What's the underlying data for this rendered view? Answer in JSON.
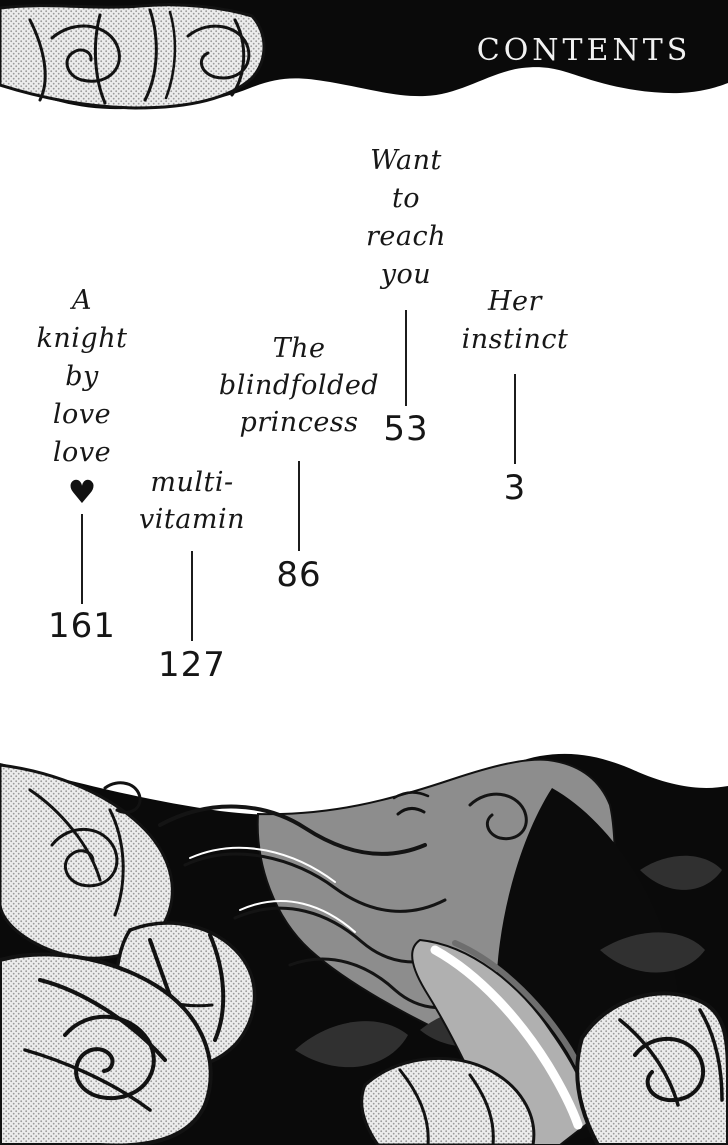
{
  "header": {
    "title": "CONTENTS"
  },
  "toc": {
    "entries": [
      {
        "id": "her-instinct",
        "lines": [
          "Her",
          "instinct"
        ],
        "page": "3"
      },
      {
        "id": "want-to-reach-you",
        "lines": [
          "Want",
          "to",
          "reach",
          "you"
        ],
        "page": "53"
      },
      {
        "id": "the-blindfolded-princess",
        "lines": [
          "The",
          "blindfolded",
          "princess"
        ],
        "page": "86"
      },
      {
        "id": "multi-vitamin",
        "lines": [
          "multi-",
          "vitamin"
        ],
        "page": "127"
      },
      {
        "id": "a-knight-by-love-love",
        "lines": [
          "A",
          "knight",
          "by",
          "love",
          "love"
        ],
        "heart": "♥",
        "page": "161"
      }
    ]
  },
  "artwork": {
    "top_band": "black-banner-with-screentone-roses",
    "bottom": "manga-illustration-roses-and-reclining-figure"
  },
  "colors": {
    "band_black": "#0a0a0a",
    "page_white": "#ffffff",
    "text_black": "#171717",
    "contents_text": "#f2f2f2",
    "tone_light": "#ececec",
    "tone_dot": "#9a9a9a",
    "figure_gray": "#8d8d8d",
    "leg_gray": "#b0b0b0",
    "leaf_gray": "#303030"
  }
}
